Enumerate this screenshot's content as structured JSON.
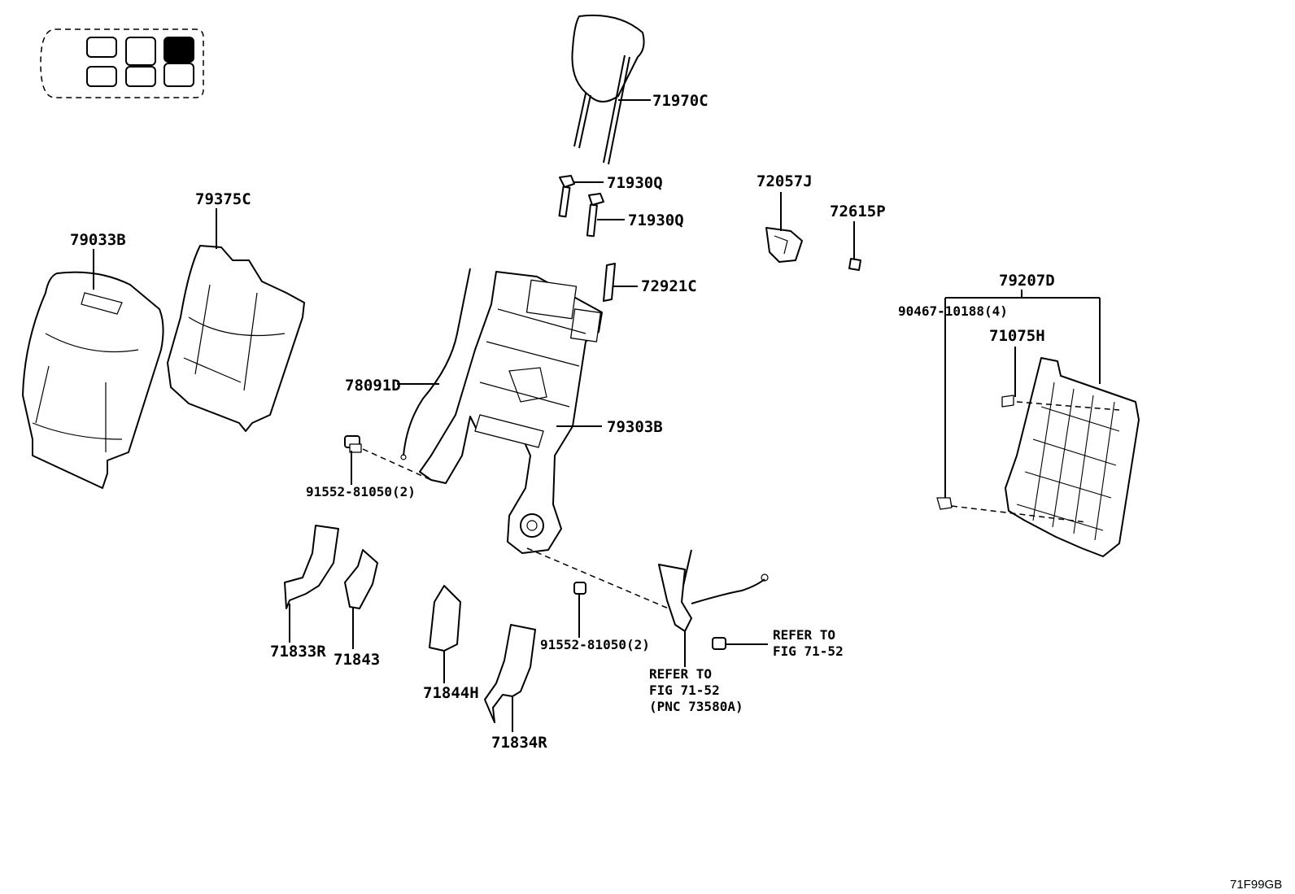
{
  "seat_map": {
    "cells": [
      {
        "row": 1,
        "col": 1,
        "selected": false
      },
      {
        "row": 1,
        "col": 2,
        "selected": false
      },
      {
        "row": 1,
        "col": 3,
        "selected": true
      },
      {
        "row": 2,
        "col": 1,
        "selected": false
      },
      {
        "row": 2,
        "col": 2,
        "selected": false
      },
      {
        "row": 2,
        "col": 3,
        "selected": false
      }
    ]
  },
  "parts": {
    "p71970C": "71970C",
    "p71930Q_a": "71930Q",
    "p71930Q_b": "71930Q",
    "p72057J": "72057J",
    "p72615P": "72615P",
    "p72921C": "72921C",
    "p79375C": "79375C",
    "p79033B": "79033B",
    "p79207D": "79207D",
    "p90467": "90467-10188(4)",
    "p71075H": "71075H",
    "p78091D": "78091D",
    "p79303B": "79303B",
    "p91552_a": "91552-81050(2)",
    "p91552_b": "91552-81050(2)",
    "p71833R": "71833R",
    "p71843": "71843",
    "p71844H": "71844H",
    "p71834R": "71834R"
  },
  "refs": {
    "ref_a_line1": "REFER TO",
    "ref_a_line2": "FIG 71-52",
    "ref_b_line1": "REFER TO",
    "ref_b_line2": "FIG 71-52",
    "ref_b_line3": "(PNC 73580A)"
  },
  "figure_code": "71F99GB"
}
